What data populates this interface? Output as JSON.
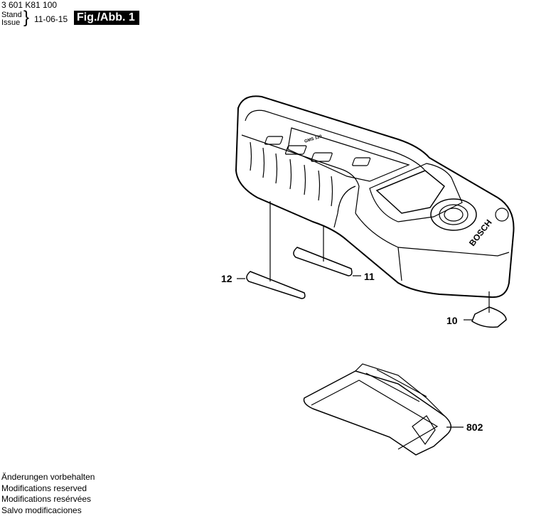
{
  "header": {
    "document_number": "3 601 K81 100",
    "stand_label": "Stand",
    "issue_label": "Issue",
    "date": "11-06-15",
    "figure_label": "Fig./Abb. 1"
  },
  "callouts": [
    {
      "id": "12",
      "label": "12"
    },
    {
      "id": "11",
      "label": "11"
    },
    {
      "id": "10",
      "label": "10"
    },
    {
      "id": "802",
      "label": "802"
    }
  ],
  "device": {
    "brand": "BOSCH",
    "model": "GMS 120"
  },
  "footer": {
    "lines": [
      "Änderungen vorbehalten",
      "Modifications reserved",
      "Modifications resérvées",
      "Salvo modificaciones"
    ]
  }
}
